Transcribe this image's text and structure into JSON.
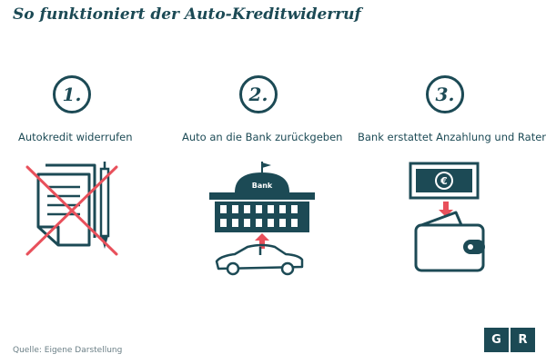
{
  "title": "So funktioniert der Auto-Kreditwiderruf",
  "steps": [
    {
      "number": "1.",
      "label": "Autokredit widerrufen"
    },
    {
      "number": "2.",
      "label": "Auto an die Bank zurückgeben"
    },
    {
      "number": "3.",
      "label": "Bank erstattet  Anzahlung und Raten"
    }
  ],
  "illustrations": {
    "bank_sign": "Bank",
    "banknote_symbol": "€"
  },
  "source": "Quelle: Eigene Darstellung",
  "logo": {
    "left": "G",
    "right": "R"
  },
  "colors": {
    "primary": "#1c4a55",
    "accent": "#e8505b"
  }
}
